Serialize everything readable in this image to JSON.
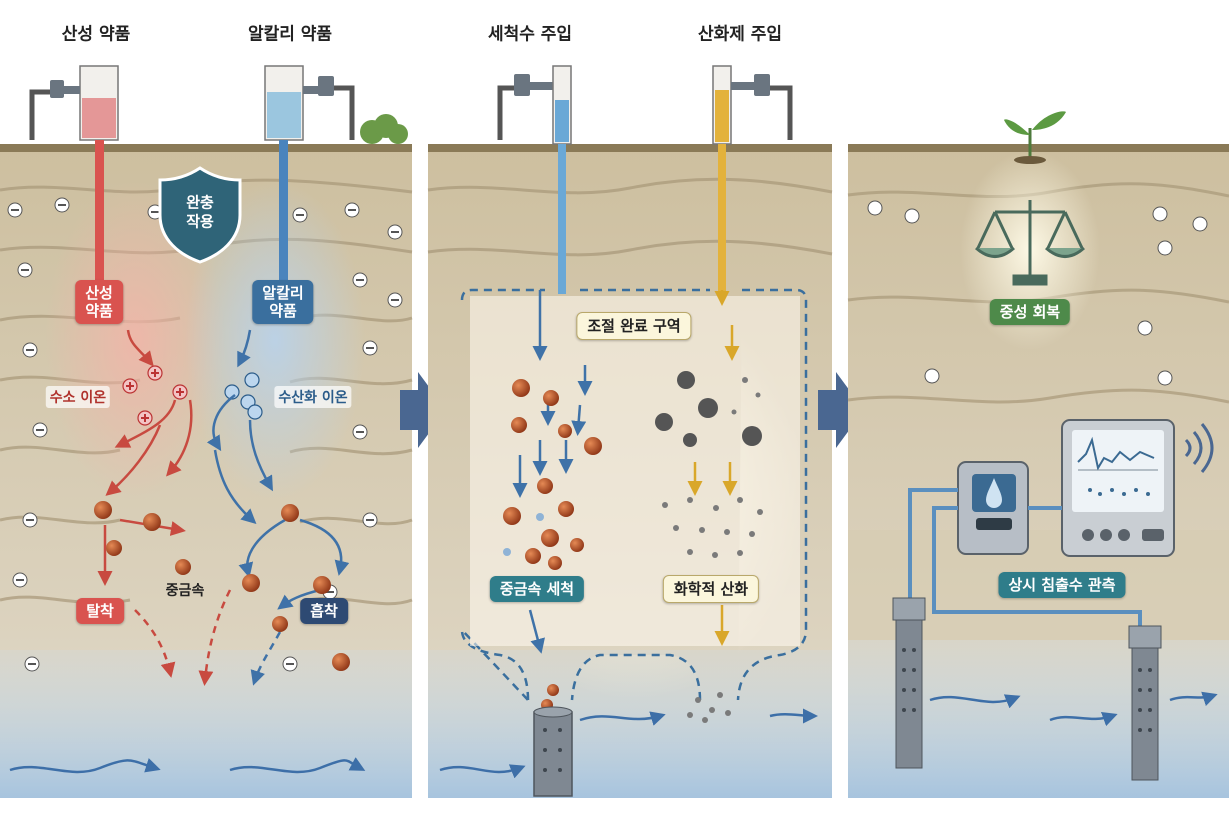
{
  "panels": {
    "neutralization": {
      "header_acid": "산성 약품",
      "header_alkali": "알칼리 약품",
      "buffer_label": "완충\n작용",
      "acid_tag": "산성\n약품",
      "alkali_tag": "알칼리\n약품",
      "hydrogen_ion": "수소 이온",
      "hydroxide_ion": "수산화 이온",
      "heavy_metal": "중금속",
      "desorption": "탈착",
      "adsorption": "흡착"
    },
    "treatment": {
      "header_washing": "세척수 주입",
      "header_oxidant": "산화제 주입",
      "zone_label": "조절 완료 구역",
      "washing_label": "중금속 세척",
      "oxidation_label": "화학적 산화"
    },
    "monitoring": {
      "neutral_label": "중성 회복",
      "monitoring_label": "상시 침출수 관측"
    }
  },
  "colors": {
    "acid": "#d9534f",
    "alkali": "#3a6f9e",
    "oxidant": "#e3b23c",
    "soil": "#d8ccb4",
    "groundwater": "#a9c9e4",
    "metal": "#b5522a"
  },
  "icons": [
    "shield-icon",
    "sprout-icon",
    "balance-scale-icon",
    "water-drop-icon",
    "signal-icon",
    "arrow-right-icon",
    "monitor-icon"
  ]
}
